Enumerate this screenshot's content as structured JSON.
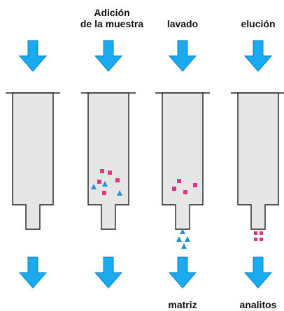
{
  "steps": [
    {
      "title_line1": "",
      "title_line2": "",
      "bottom_label": ""
    },
    {
      "title_line1": "Adición",
      "title_line2": "de la muestra",
      "bottom_label": ""
    },
    {
      "title_line1": "",
      "title_line2": "lavado",
      "bottom_label": "matriz"
    },
    {
      "title_line1": "",
      "title_line2": "elución",
      "bottom_label": "analitos"
    }
  ],
  "colors": {
    "arrow_fill": "#19aaf0",
    "arrow_stroke": "#0b7fc0",
    "cartridge_fill": "#e6e6e6",
    "cartridge_stroke": "#222222",
    "matrix_particle": "#e0367f",
    "analyte_particle": "#2a8fd0"
  }
}
